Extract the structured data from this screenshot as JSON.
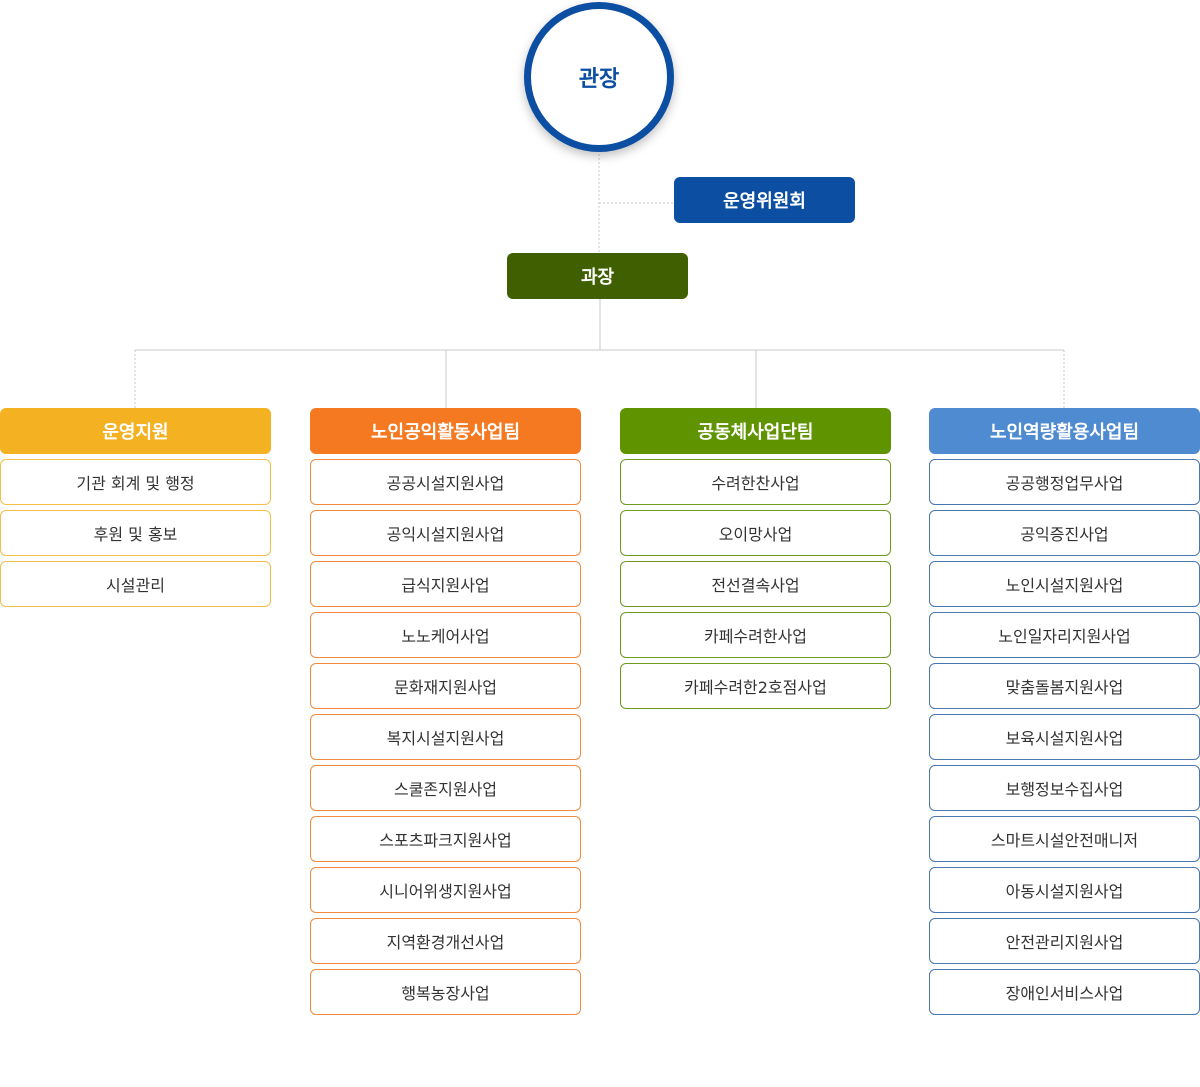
{
  "director": {
    "label": "관장"
  },
  "committee": {
    "label": "운영위원회"
  },
  "manager": {
    "label": "과장"
  },
  "teams": [
    {
      "name": "운영지원",
      "color": "#f4b223",
      "border": "#f2c04a",
      "items": [
        "기관 회계 및 행정",
        "후원 및 홍보",
        "시설관리"
      ]
    },
    {
      "name": "노인공익활동사업팀",
      "color": "#f47920",
      "border": "#f08a3e",
      "items": [
        "공공시설지원사업",
        "공익시설지원사업",
        "급식지원사업",
        "노노케어사업",
        "문화재지원사업",
        "복지시설지원사업",
        "스쿨존지원사업",
        "스포츠파크지원사업",
        "시니어위생지원사업",
        "지역환경개선사업",
        "행복농장사업"
      ]
    },
    {
      "name": "공동체사업단팀",
      "color": "#5f9400",
      "border": "#6e9a1e",
      "items": [
        "수려한찬사업",
        "오이망사업",
        "전선결속사업",
        "카페수려한사업",
        "카페수려한2호점사업"
      ]
    },
    {
      "name": "노인역량활용사업팀",
      "color": "#4f8bd0",
      "border": "#4a77ad",
      "items": [
        "공공행정업무사업",
        "공익증진사업",
        "노인시설지원사업",
        "노인일자리지원사업",
        "맞춤돌봄지원사업",
        "보육시설지원사업",
        "보행정보수집사업",
        "스마트시설안전매니저",
        "아동시설지원사업",
        "안전관리지원사업",
        "장애인서비스사업"
      ]
    }
  ]
}
